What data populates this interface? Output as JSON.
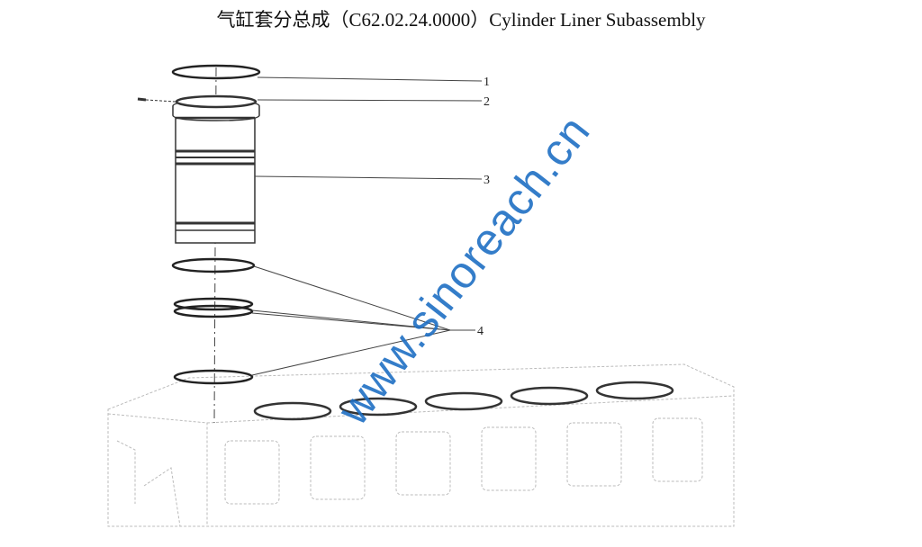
{
  "title": "气缸套分总成（C62.02.24.0000）Cylinder Liner Subassembly",
  "callouts": [
    "1",
    "2",
    "3",
    "4"
  ],
  "watermark": "www.sinoreach.cn"
}
